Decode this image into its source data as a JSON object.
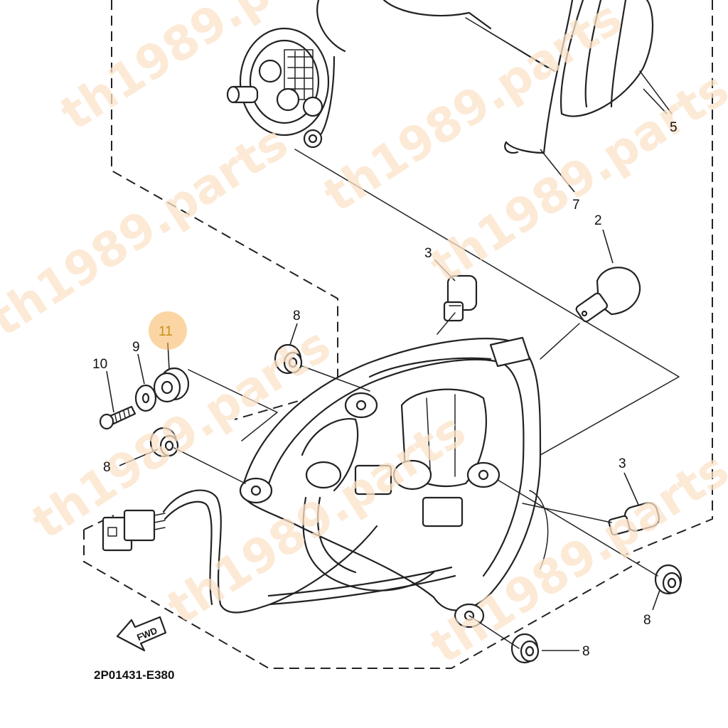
{
  "diagram": {
    "drawing_code": "2P01431-E380",
    "direction_marker": "FWD",
    "watermark": "th1989.parts",
    "highlighted_callout": "11",
    "highlight_color": "#f7b45a",
    "callouts": {
      "c5": "5",
      "c7": "7",
      "c2": "2",
      "c3a": "3",
      "c3b": "3",
      "c8a": "8",
      "c8b": "8",
      "c8c": "8",
      "c8d": "8",
      "c9": "9",
      "c10": "10",
      "c11": "11"
    }
  }
}
